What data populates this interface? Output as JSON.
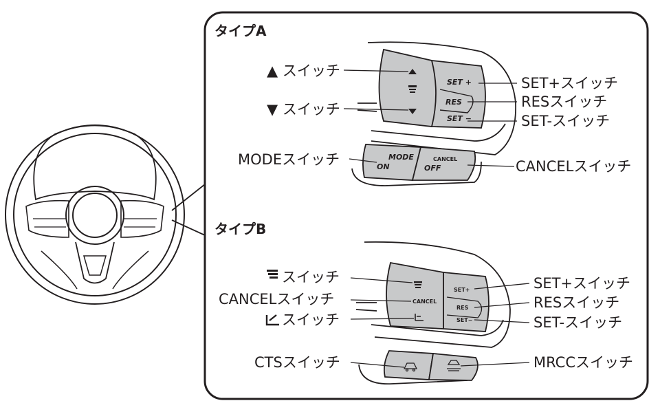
{
  "type_a": {
    "title": "タイプA",
    "labels": {
      "up_switch": "▲ スイッチ",
      "down_switch": "▼ スイッチ",
      "mode_switch": "MODEスイッチ",
      "set_plus_switch": "SET+スイッチ",
      "res_switch": "RESスイッチ",
      "set_minus_switch": "SET-スイッチ",
      "cancel_switch": "CANCELスイッチ"
    },
    "buttons": {
      "set_plus": "SET +",
      "res": "RES",
      "set_minus": "SET −",
      "mode_top": "MODE",
      "mode_bottom": "ON",
      "cancel_top": "CANCEL",
      "cancel_bottom": "OFF"
    }
  },
  "type_b": {
    "title": "タイプB",
    "labels": {
      "distance_switch": "スイッチ",
      "cancel_switch": "CANCELスイッチ",
      "lane_switch": "スイッチ",
      "cts_switch": "CTSスイッチ",
      "set_plus_switch": "SET+スイッチ",
      "res_switch": "RESスイッチ",
      "set_minus_switch": "SET-スイッチ",
      "mrcc_switch": "MRCCスイッチ"
    },
    "buttons": {
      "cancel": "CANCEL",
      "set_plus": "SET+",
      "res": "RES",
      "set_minus": "SET−"
    }
  }
}
